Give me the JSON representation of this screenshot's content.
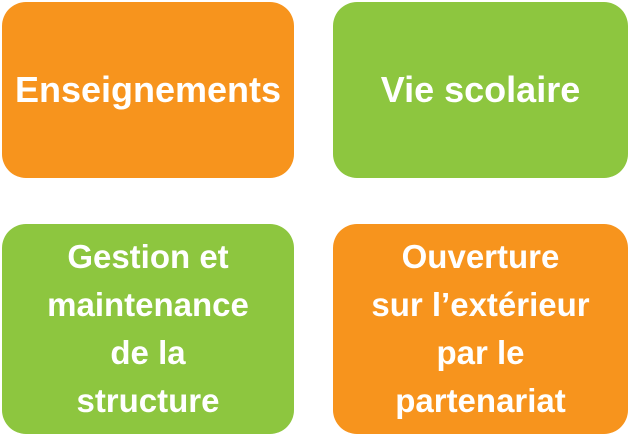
{
  "colors": {
    "orange": "#f7941d",
    "green": "#8dc63f",
    "text": "#ffffff",
    "background": "#ffffff"
  },
  "tiles": [
    {
      "label": "Enseignements",
      "color": "orange"
    },
    {
      "label": "Vie scolaire",
      "color": "green"
    },
    {
      "label": "Gestion et\nmaintenance\nde la\nstructure",
      "color": "green"
    },
    {
      "label": "Ouverture\nsur l’extérieur\npar le\npartenariat",
      "color": "orange"
    }
  ]
}
